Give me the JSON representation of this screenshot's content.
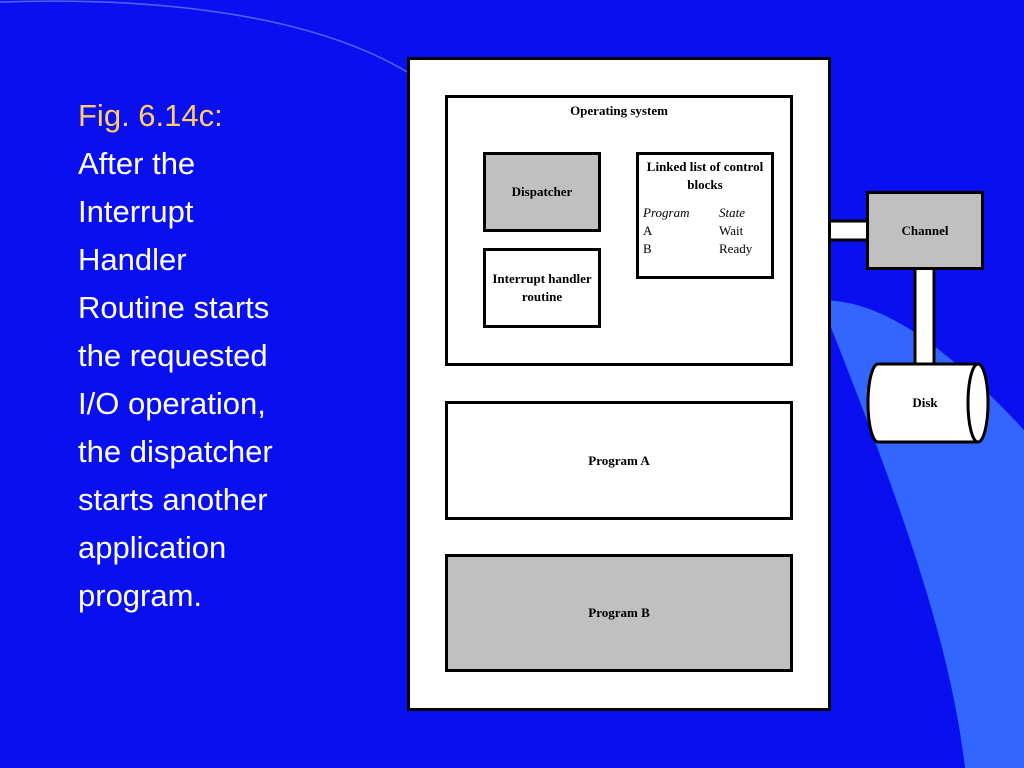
{
  "caption": {
    "fig": "Fig. 6.14c:",
    "body": "After the\nInterrupt\nHandler\nRoutine starts\nthe requested\nI/O operation,\nthe dispatcher\nstarts another\napplication\nprogram."
  },
  "diagram": {
    "os_title": "Operating system",
    "dispatcher": "Dispatcher",
    "interrupt": "Interrupt handler routine",
    "linked_list": {
      "title": "Linked list of control blocks",
      "header": [
        "Program",
        "State"
      ],
      "rows": [
        [
          "A",
          "Wait"
        ],
        [
          "B",
          "Ready"
        ]
      ]
    },
    "program_a": "Program A",
    "program_b": "Program B",
    "channel": "Channel",
    "disk": "Disk"
  },
  "colors": {
    "background": "#0a0ff0",
    "caption_accent": "#ffcc66",
    "shaded_box": "#c0c0c0"
  }
}
